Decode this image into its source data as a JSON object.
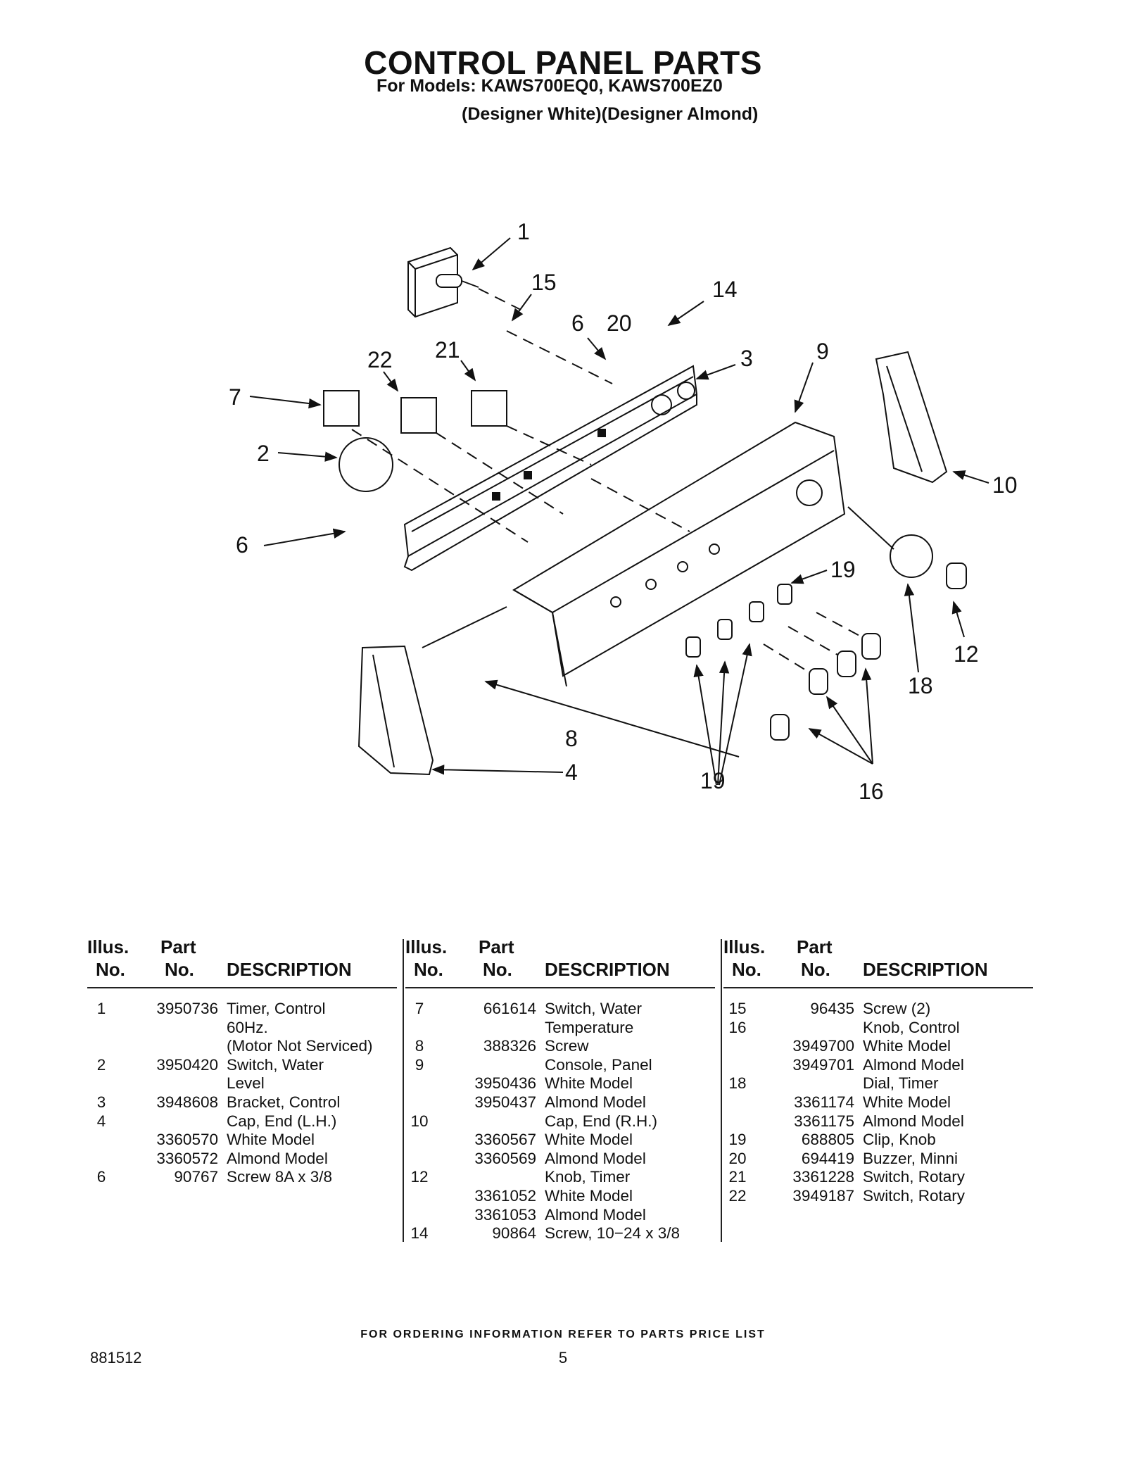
{
  "title": "CONTROL PANEL PARTS",
  "models_line": "For Models: KAWS700EQ0, KAWS700EZ0",
  "colors_line": "(Designer White)(Designer Almond)",
  "callouts": [
    "1",
    "15",
    "14",
    "6",
    "20",
    "3",
    "9",
    "22",
    "21",
    "7",
    "2",
    "10",
    "6",
    "19",
    "12",
    "18",
    "8",
    "4",
    "19",
    "16"
  ],
  "table_header": {
    "illus": "Illus.",
    "no1": "No.",
    "part": "Part",
    "no2": "No.",
    "desc": "DESCRIPTION"
  },
  "columns": [
    {
      "rows": [
        {
          "no": "1",
          "part": "3950736",
          "desc": "Timer, Control"
        },
        {
          "no": "",
          "part": "",
          "desc": "60Hz."
        },
        {
          "no": "",
          "part": "",
          "desc": "(Motor Not Serviced)"
        },
        {
          "no": "2",
          "part": "3950420",
          "desc": "Switch, Water"
        },
        {
          "no": "",
          "part": "",
          "desc": "Level"
        },
        {
          "no": "3",
          "part": "3948608",
          "desc": "Bracket, Control"
        },
        {
          "no": "4",
          "part": "",
          "desc": "Cap, End (L.H.)"
        },
        {
          "no": "",
          "part": "3360570",
          "desc": "White Model"
        },
        {
          "no": "",
          "part": "3360572",
          "desc": "Almond Model"
        },
        {
          "no": "6",
          "part": "90767",
          "desc": "Screw 8A x 3/8"
        }
      ]
    },
    {
      "rows": [
        {
          "no": "7",
          "part": "661614",
          "desc": "Switch, Water"
        },
        {
          "no": "",
          "part": "",
          "desc": "Temperature"
        },
        {
          "no": "8",
          "part": "388326",
          "desc": "Screw"
        },
        {
          "no": "9",
          "part": "",
          "desc": "Console, Panel"
        },
        {
          "no": "",
          "part": "3950436",
          "desc": "White Model"
        },
        {
          "no": "",
          "part": "3950437",
          "desc": "Almond Model"
        },
        {
          "no": "10",
          "part": "",
          "desc": "Cap, End (R.H.)"
        },
        {
          "no": "",
          "part": "3360567",
          "desc": "White Model"
        },
        {
          "no": "",
          "part": "3360569",
          "desc": "Almond Model"
        },
        {
          "no": "12",
          "part": "",
          "desc": "Knob, Timer"
        },
        {
          "no": "",
          "part": "3361052",
          "desc": "White Model"
        },
        {
          "no": "",
          "part": "3361053",
          "desc": "Almond Model"
        },
        {
          "no": "14",
          "part": "90864",
          "desc": "Screw, 10−24 x 3/8"
        }
      ]
    },
    {
      "rows": [
        {
          "no": "15",
          "part": "96435",
          "desc": "Screw (2)"
        },
        {
          "no": "16",
          "part": "",
          "desc": "Knob, Control"
        },
        {
          "no": "",
          "part": "3949700",
          "desc": "White Model"
        },
        {
          "no": "",
          "part": "3949701",
          "desc": "Almond Model"
        },
        {
          "no": "18",
          "part": "",
          "desc": "Dial, Timer"
        },
        {
          "no": "",
          "part": "3361174",
          "desc": "White Model"
        },
        {
          "no": "",
          "part": "3361175",
          "desc": "Almond Model"
        },
        {
          "no": "19",
          "part": "688805",
          "desc": "Clip, Knob"
        },
        {
          "no": "20",
          "part": "694419",
          "desc": "Buzzer, Minni"
        },
        {
          "no": "21",
          "part": "3361228",
          "desc": "Switch, Rotary"
        },
        {
          "no": "22",
          "part": "3949187",
          "desc": "Switch, Rotary"
        }
      ]
    }
  ],
  "footer_note": "FOR ORDERING INFORMATION REFER TO PARTS PRICE LIST",
  "doc_number": "881512",
  "page_number": "5"
}
